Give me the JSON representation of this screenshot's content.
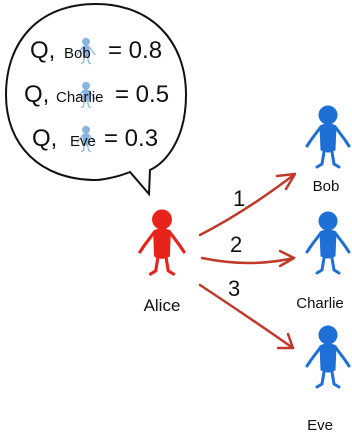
{
  "colors": {
    "sender": "#e8231c",
    "receiver": "#1e6fd6",
    "receiver_faint": "#8ab4e0",
    "arrow": "#c0392b",
    "bubble_stroke": "#111111"
  },
  "bubble": {
    "rows": [
      {
        "prefix": "Q,",
        "subscript": "Bob",
        "equals": "= 0.8"
      },
      {
        "prefix": "Q,",
        "subscript": "Charlie",
        "equals": "= 0.5"
      },
      {
        "prefix": "Q,",
        "subscript": "Eve",
        "equals": "= 0.3"
      }
    ]
  },
  "sender": {
    "name": "Alice",
    "icon": "person-icon"
  },
  "receivers": [
    {
      "name": "Bob",
      "icon": "person-icon"
    },
    {
      "name": "Charlie",
      "icon": "person-icon"
    },
    {
      "name": "Eve",
      "icon": "person-icon"
    }
  ],
  "arrows": [
    {
      "label": "1"
    },
    {
      "label": "2"
    },
    {
      "label": "3"
    }
  ]
}
